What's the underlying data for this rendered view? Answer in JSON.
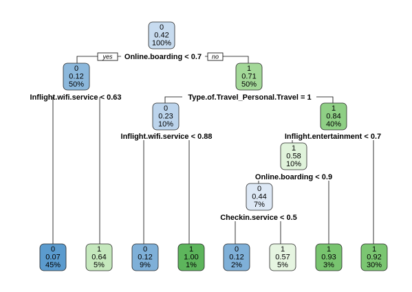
{
  "tree": {
    "nodes": [
      {
        "id": "n1",
        "class": "0",
        "prob": "0.42",
        "pct": "100%",
        "color": "#c7dbef"
      },
      {
        "id": "n2",
        "class": "0",
        "prob": "0.12",
        "pct": "50%",
        "color": "#8cb8dc"
      },
      {
        "id": "n3",
        "class": "1",
        "prob": "0.71",
        "pct": "50%",
        "color": "#a3d898"
      },
      {
        "id": "n4",
        "class": "0",
        "prob": "0.23",
        "pct": "10%",
        "color": "#bcd4ec"
      },
      {
        "id": "n5",
        "class": "1",
        "prob": "0.84",
        "pct": "40%",
        "color": "#8fcf85"
      },
      {
        "id": "n6",
        "class": "1",
        "prob": "0.58",
        "pct": "10%",
        "color": "#e0f3db"
      },
      {
        "id": "n7",
        "class": "0",
        "prob": "0.44",
        "pct": "7%",
        "color": "#dde8f5"
      },
      {
        "id": "l1",
        "class": "0",
        "prob": "0.07",
        "pct": "45%",
        "color": "#5b9bce"
      },
      {
        "id": "l2",
        "class": "1",
        "prob": "0.64",
        "pct": "5%",
        "color": "#c5e8bd"
      },
      {
        "id": "l3",
        "class": "0",
        "prob": "0.12",
        "pct": "9%",
        "color": "#7fb0d8"
      },
      {
        "id": "l4",
        "class": "1",
        "prob": "1.00",
        "pct": "1%",
        "color": "#5db55c"
      },
      {
        "id": "l5",
        "class": "0",
        "prob": "0.12",
        "pct": "2%",
        "color": "#7fb0d8"
      },
      {
        "id": "l6",
        "class": "1",
        "prob": "0.57",
        "pct": "5%",
        "color": "#e6f5e1"
      },
      {
        "id": "l7",
        "class": "1",
        "prob": "0.93",
        "pct": "3%",
        "color": "#78c46f"
      },
      {
        "id": "l8",
        "class": "1",
        "prob": "0.92",
        "pct": "30%",
        "color": "#7bc672"
      }
    ],
    "splits": {
      "s1": "Online.boarding < 0.7",
      "s2": "Inflight.wifi.service < 0.63",
      "s3": "Type.of.Travel_Personal.Travel = 1",
      "s4": "Inflight.wifi.service < 0.88",
      "s5": "Inflight.entertainment < 0.7",
      "s6": "Online.boarding < 0.9",
      "s7": "Checkin.service < 0.5"
    },
    "yes_label": "yes",
    "no_label": "no"
  }
}
